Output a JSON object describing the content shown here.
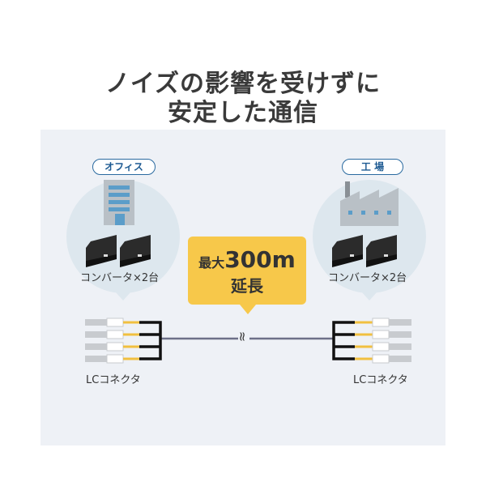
{
  "headline": {
    "line1": "ノイズの影響を受けずに",
    "line2": "安定した通信"
  },
  "left": {
    "place": "オフィス",
    "converter_label": "コンバータ×2台",
    "connector_label": "LCコネクタ"
  },
  "right": {
    "place": "工 場",
    "converter_label": "コンバータ×2台",
    "connector_label": "LCコネクタ"
  },
  "callout": {
    "prefix": "最大",
    "distance": "300m",
    "suffix": "延長"
  },
  "break_symbol": "≈",
  "colors": {
    "accent": "#f7c84a",
    "pill": "#1d5a92",
    "panel": "#eef1f6"
  }
}
